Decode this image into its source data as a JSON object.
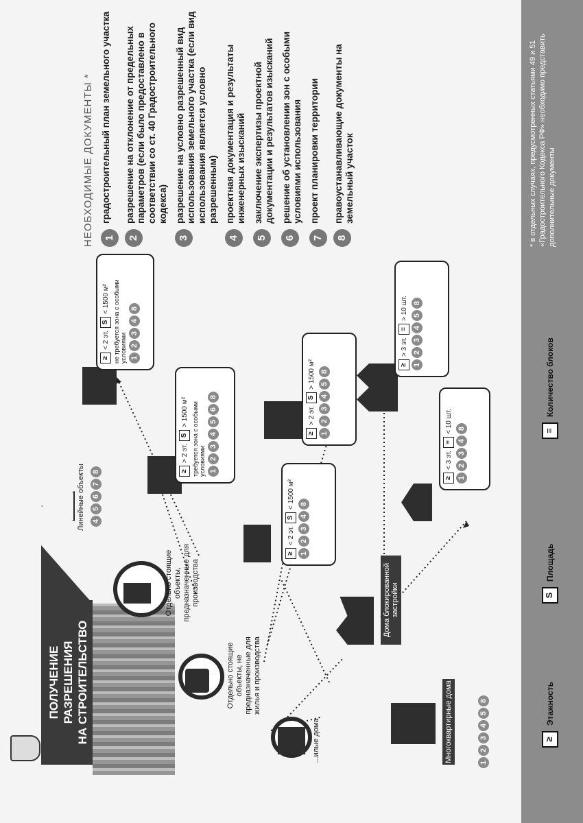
{
  "title": {
    "line1": "ПОЛУЧЕНИЕ",
    "line2": "РАЗРЕШЕНИЯ",
    "line3": "НА СТРОИТЕЛЬСТВО"
  },
  "categories": {
    "residential": "...илые дома",
    "mkd": {
      "label": "Многоквартирные дома",
      "docs": [
        "1",
        "2",
        "3",
        "4",
        "5",
        "8"
      ]
    },
    "nonprod": "Отдельно стоящие объекты, не предназначенные для жилья и производства",
    "prod": "Отдельно стоящие объекты, предназначенные для производства",
    "linear": {
      "label": "Линейные объекты",
      "docs": [
        "4",
        "5",
        "6",
        "7",
        "8"
      ]
    },
    "blocked": "Дома блокированной застройки"
  },
  "cards": {
    "nonprod_small": {
      "floors": "< 2 эт.",
      "area": "< 1500 м²",
      "docs": [
        "1",
        "2",
        "3",
        "4",
        "8"
      ]
    },
    "nonprod_big": {
      "floors": "> 2 эт.",
      "area": "> 1500 м²",
      "docs": [
        "1",
        "2",
        "3",
        "4",
        "5",
        "8"
      ]
    },
    "prod_small": {
      "floors": "< 2 эт.",
      "area": "< 1500 м²",
      "note": "не требуется зона с особыми условиями",
      "docs": [
        "1",
        "2",
        "3",
        "4",
        "8"
      ]
    },
    "prod_big": {
      "floors": "> 2 эт.",
      "area": "> 1500 м²",
      "note": "требуется зона с особыми условиями",
      "docs": [
        "1",
        "2",
        "3",
        "4",
        "5",
        "6",
        "8"
      ]
    },
    "block_small": {
      "floors": "< 3 эт.",
      "blocks": "< 10 шт.",
      "docs": [
        "1",
        "2",
        "3",
        "4",
        "8"
      ]
    },
    "block_big": {
      "floors": "> 3 эт.",
      "blocks": "> 10 шт.",
      "docs": [
        "1",
        "2",
        "3",
        "4",
        "5",
        "8"
      ]
    }
  },
  "documents": {
    "title": "НЕОБХОДИМЫЕ ДОКУМЕНТЫ *",
    "items": [
      {
        "n": "1",
        "text": "градостроительный план земельного участка"
      },
      {
        "n": "2",
        "text": "разрешение на отклонение от предельных параметров (если было предоставлено в соответствии со ст. 40 Градостроительного кодекса)"
      },
      {
        "n": "3",
        "text": "разрешение на условно разрешенный вид использования земельного участка (если вид использования является условно разрешенным)"
      },
      {
        "n": "4",
        "text": "проектная документация и результаты инженерных изысканий"
      },
      {
        "n": "5",
        "text": "заключение экспертизы проектной документации и результатов изысканий"
      },
      {
        "n": "6",
        "text": "решение об установлении зон с особыми условиями использования"
      },
      {
        "n": "7",
        "text": "проект планировки территории"
      },
      {
        "n": "8",
        "text": "правоустанавливающие документы на земельный участок"
      }
    ]
  },
  "legend": {
    "floors": "Этажность",
    "area": "Площадь",
    "blocks": "Количество блоков",
    "area_icon": "S"
  },
  "footnote": "* в отдельных случаях, предусмотренных статьями 49 и 51 «Градостроительного Кодекса РФ» необходимо представить дополнительные документы"
}
